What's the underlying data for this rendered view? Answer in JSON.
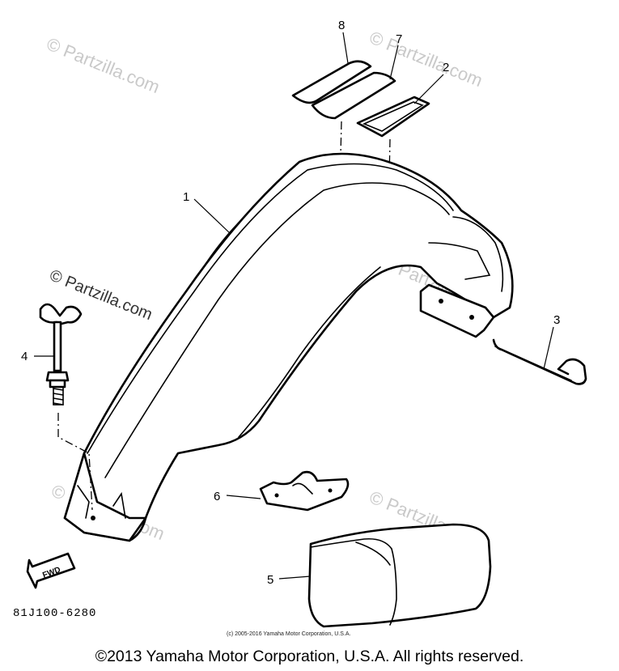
{
  "watermark": "© Partzilla.com",
  "callouts": {
    "p1": "1",
    "p2": "2",
    "p3": "3",
    "p4": "4",
    "p5": "5",
    "p6": "6",
    "p7": "7",
    "p8": "8"
  },
  "fwd_label": "FWD",
  "diagram_code": "81J100-6280",
  "small_copyright": "(c) 2005-2016 Yamaha Motor Corporation, U.S.A.",
  "copyright": "©2013 Yamaha Motor Corporation, U.S.A. All rights reserved."
}
